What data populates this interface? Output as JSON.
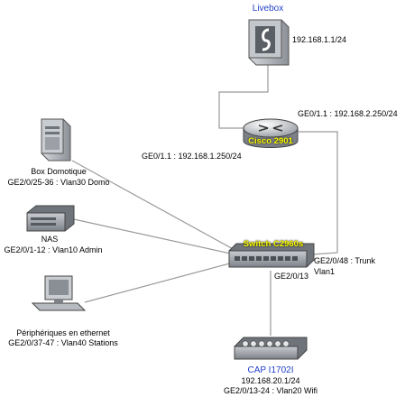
{
  "nodes": {
    "livebox": {
      "name": "Livebox",
      "ip": "192.168.1.1/24"
    },
    "router": {
      "name": "Cisco 2901",
      "ge011": "GE0/1.1 : 192.168.2.250/24",
      "ge01": "GE0/1.1 : 192.168.1.250/24"
    },
    "box": {
      "name": "Box Domotique",
      "port": "GE2/0/25-36 : Vlan30 Domo"
    },
    "nas": {
      "name": "NAS",
      "port": "GE2/0/1-12 : Vlan10 Admin"
    },
    "switch": {
      "name": "Switch C2960s",
      "trunk1": "GE2/0/48 : Trunk",
      "trunk2": "Vlan1",
      "port13": "GE2/0/13"
    },
    "peripherals": {
      "name": "Périphériques en ethernet",
      "port": "GE2/0/37-47 : Vlan40 Stations"
    },
    "cap": {
      "name": "CAP I1702I",
      "ip": "192.168.20.1/24",
      "port": "GE2/0/13-24 : Vlan20 Wifi"
    }
  },
  "colors": {
    "link": "#9a9a9a",
    "accent_blue": "#1f3ec7",
    "device_label": "#ffff00",
    "device_gray": "#8a8f96"
  },
  "icons": [
    "modem-icon",
    "router-icon",
    "server-icon",
    "nas-icon",
    "switch-icon",
    "computer-icon",
    "access-point-icon"
  ]
}
